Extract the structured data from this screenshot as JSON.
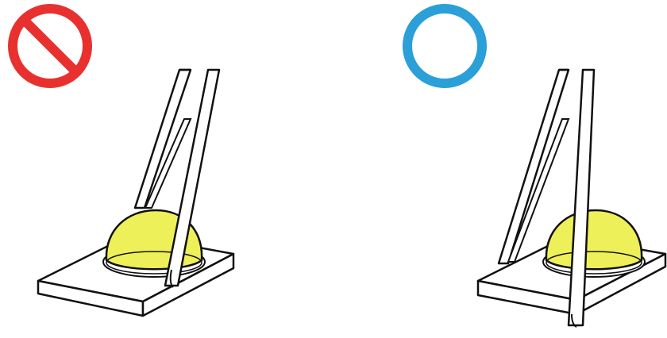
{
  "diagram": {
    "panels": [
      {
        "id": "incorrect",
        "status_icon": "prohibited-icon",
        "status_color": "#e8312f",
        "tweezers_contact": "dome-lens",
        "led_lens_color": "#eef05a"
      },
      {
        "id": "correct",
        "status_icon": "ok-circle-icon",
        "status_color": "#2a9fd8",
        "tweezers_contact": "base-substrate",
        "led_lens_color": "#eef05a"
      }
    ]
  }
}
